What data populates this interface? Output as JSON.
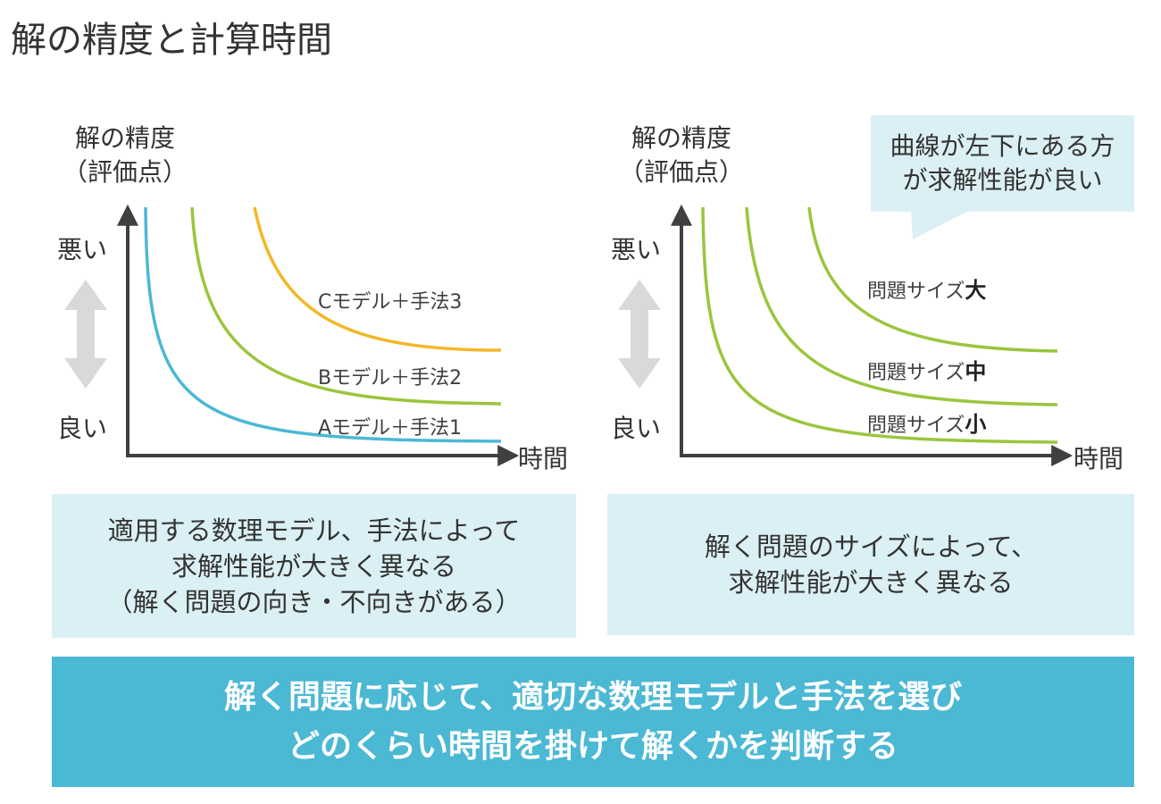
{
  "title": "解の精度と計算時間",
  "colors": {
    "axis": "#404040",
    "arrow": "#d9d9d9",
    "curve_teal": "#4bb8d4",
    "curve_green": "#9bc53d",
    "curve_orange": "#f2b827",
    "box_bg": "#dbf0f4",
    "banner_bg": "#4bb8d4"
  },
  "left_chart": {
    "ylabel_line1": "解の精度",
    "ylabel_line2": "（評価点）",
    "bad_label": "悪い",
    "good_label": "良い",
    "xlabel": "時間",
    "curves": [
      {
        "label": "Cモデル＋手法3",
        "color": "#f2b827"
      },
      {
        "label": "Bモデル＋手法2",
        "color": "#9bc53d"
      },
      {
        "label": "Aモデル＋手法1",
        "color": "#4bb8d4"
      }
    ],
    "box_lines": [
      "適用する数理モデル、手法によって",
      "求解性能が大きく異なる",
      "（解く問題の向き・不向きがある）"
    ]
  },
  "right_chart": {
    "ylabel_line1": "解の精度",
    "ylabel_line2": "（評価点）",
    "bad_label": "悪い",
    "good_label": "良い",
    "xlabel": "時間",
    "curves": [
      {
        "prefix": "問題サイズ",
        "size": "大",
        "color": "#9bc53d"
      },
      {
        "prefix": "問題サイズ",
        "size": "中",
        "color": "#9bc53d"
      },
      {
        "prefix": "問題サイズ",
        "size": "小",
        "color": "#9bc53d"
      }
    ],
    "callout_lines": [
      "曲線が左下にある方",
      "が求解性能が良い"
    ],
    "box_lines": [
      "解く問題のサイズによって、",
      "求解性能が大きく異なる"
    ]
  },
  "banner_lines": [
    "解く問題に応じて、適切な数理モデルと手法を選び",
    "どのくらい時間を掛けて解くかを判断する"
  ]
}
